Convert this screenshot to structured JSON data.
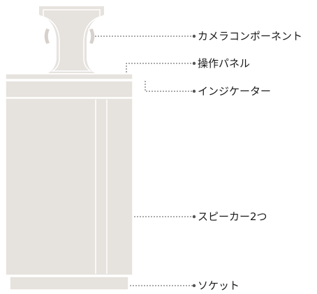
{
  "callouts": [
    {
      "id": "camera",
      "label": "カメラコンポーネント"
    },
    {
      "id": "panel",
      "label": "操作パネル"
    },
    {
      "id": "indicator",
      "label": "インジケーター"
    },
    {
      "id": "speakers",
      "label": "スピーカー2つ"
    },
    {
      "id": "socket",
      "label": "ソケット"
    }
  ],
  "colors": {
    "device_fill": "#e6e2de",
    "device_stroke": "#ffffff",
    "leader_line": "#555555",
    "label_text": "#1a1a1a"
  }
}
